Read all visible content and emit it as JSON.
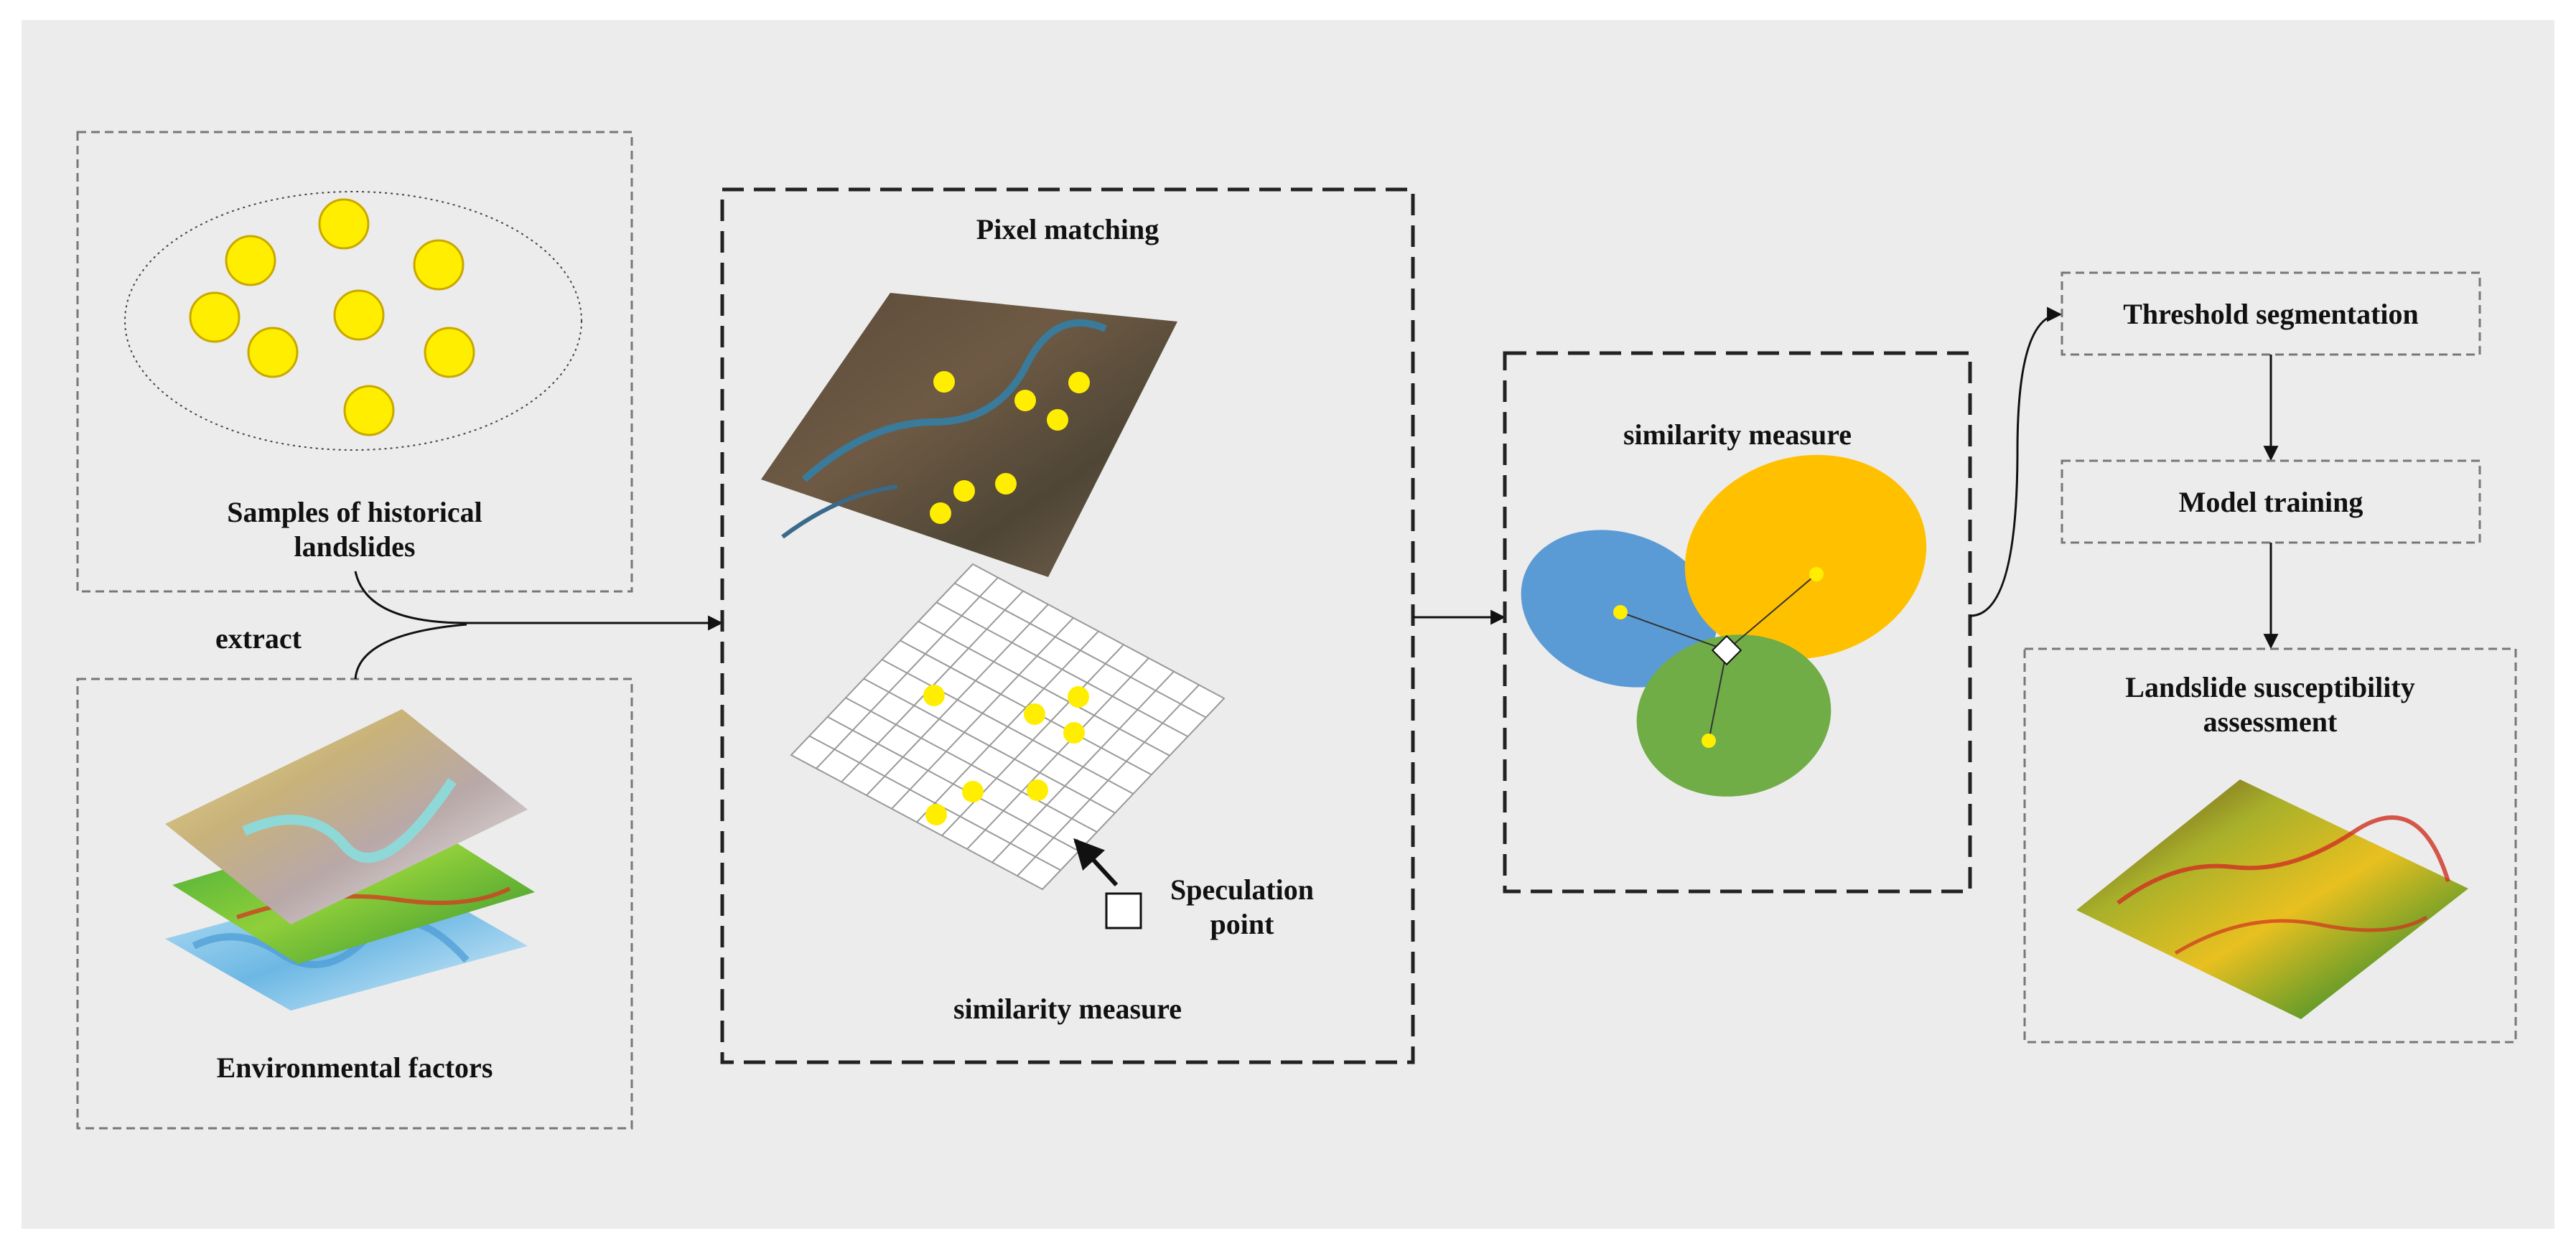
{
  "colors": {
    "background": "#ececec",
    "sample_dot": "#ffee00",
    "sample_dot_stroke": "#c9a800",
    "ellipse_blue": "#5b9bd5",
    "ellipse_orange": "#ffc000",
    "ellipse_green": "#70ad47",
    "box_border": "#222222",
    "dashed_border": "#777777"
  },
  "samples_box": {
    "label_line1": "Samples of historical",
    "label_line2": "landslides"
  },
  "environment_box": {
    "label": "Environmental factors"
  },
  "extract_label": "extract",
  "pixel_box": {
    "title": "Pixel matching",
    "speculation_line1": "Speculation",
    "speculation_line2": "point",
    "bottom_label": "similarity measure"
  },
  "similarity_box": {
    "title": "similarity measure"
  },
  "right_flow": {
    "step1": "Threshold segmentation",
    "step2": "Model training",
    "step3_line1": "Landslide susceptibility",
    "step3_line2": "assessment"
  }
}
